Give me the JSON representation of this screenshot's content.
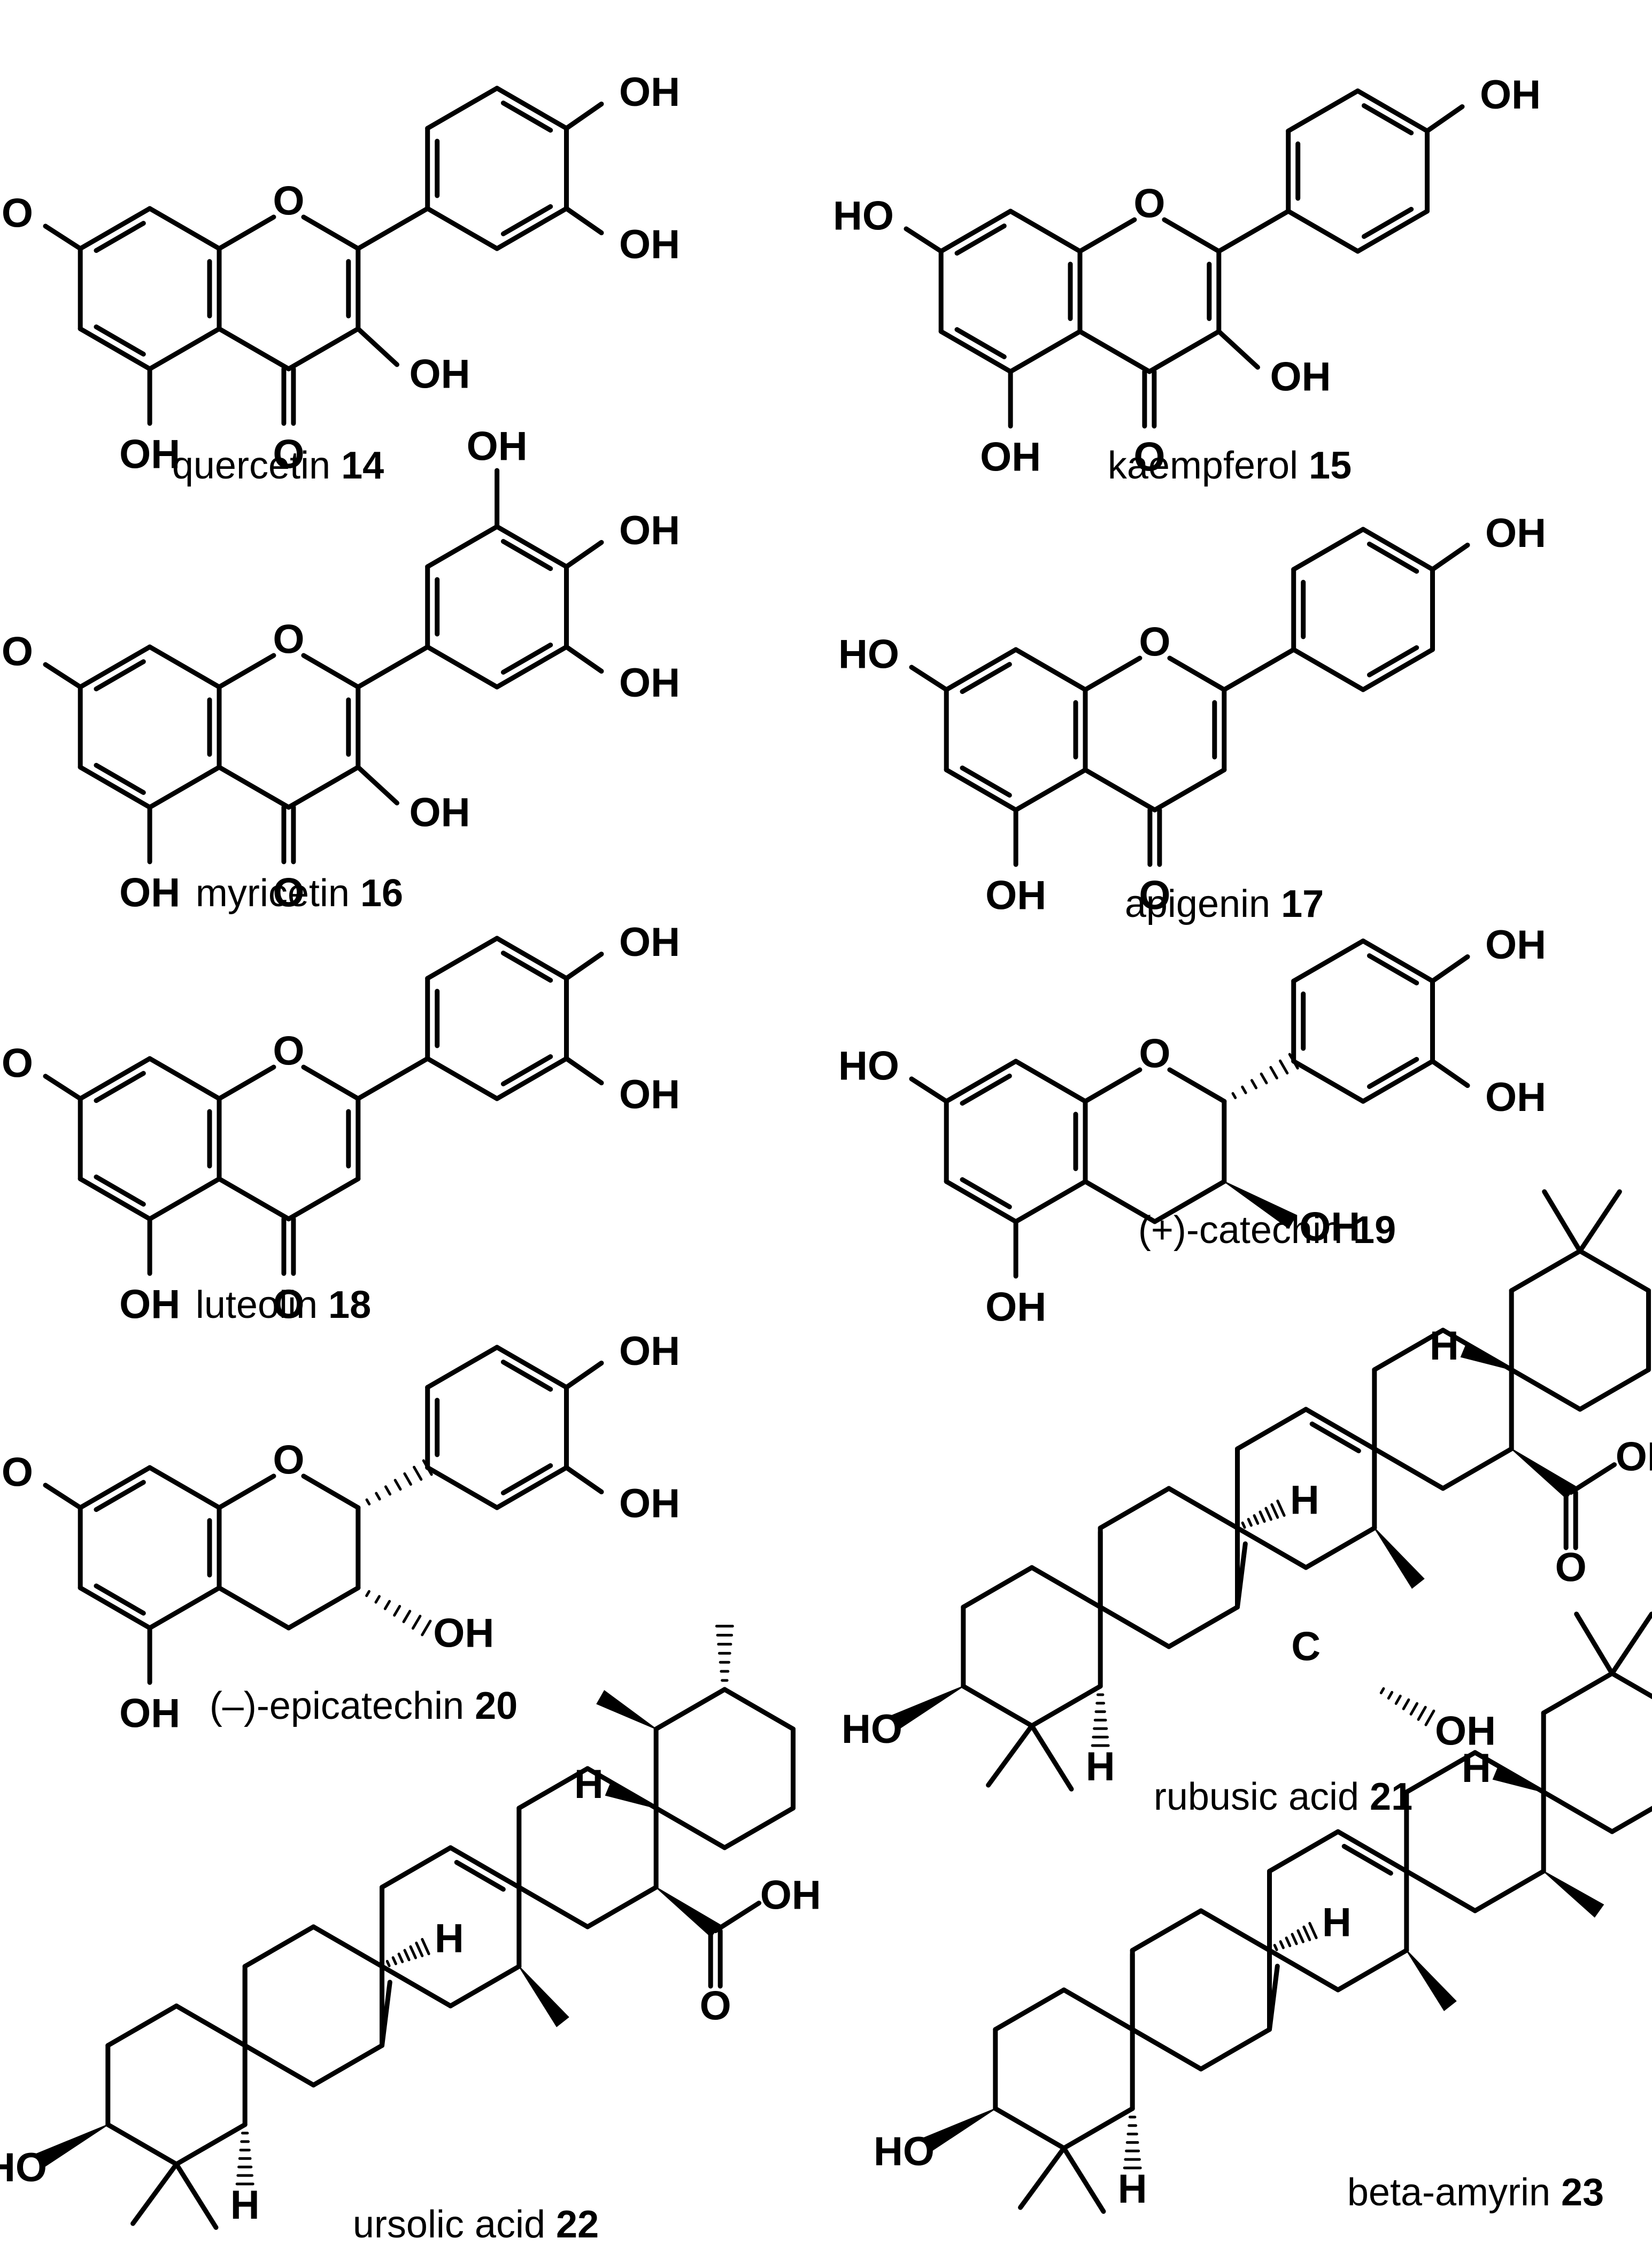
{
  "atom_labels": {
    "oh": "OH",
    "ho": "HO",
    "o": "O",
    "h": "H",
    "c": "C"
  },
  "compounds": [
    {
      "name": "quercetin",
      "number": "14"
    },
    {
      "name": "kaempferol",
      "number": "15"
    },
    {
      "name": "myricetin",
      "number": "16"
    },
    {
      "name": "apigenin",
      "number": "17"
    },
    {
      "name": "luteolin",
      "number": "18"
    },
    {
      "name": "(+)-catechin",
      "number": "19"
    },
    {
      "name": "(–)-epicatechin",
      "number": "20"
    },
    {
      "name": "rubusic acid",
      "number": "21"
    },
    {
      "name": "ursolic acid",
      "number": "22"
    },
    {
      "name": "beta-amyrin",
      "number": "23"
    }
  ]
}
